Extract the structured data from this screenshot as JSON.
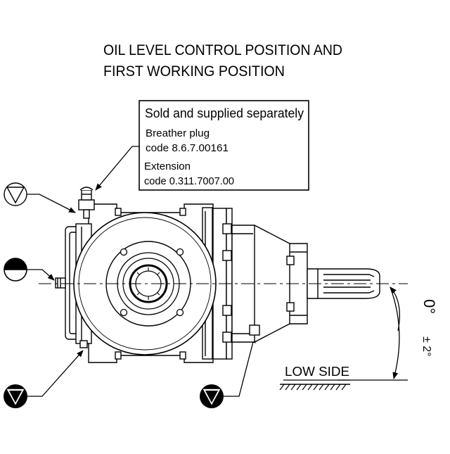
{
  "title": {
    "line1": "OIL LEVEL CONTROL POSITION AND",
    "line2": "FIRST WORKING POSITION"
  },
  "note_box": {
    "heading": "Sold and supplied separately",
    "item1_name": "Breather plug",
    "item1_code": "code 8.6.7.00161",
    "item2_name": "Extension",
    "item2_code": "code 0.311.7007.00"
  },
  "angle": {
    "value": "0°",
    "tolerance": "± 2°"
  },
  "ground_label": "LOW SIDE",
  "symbols": {
    "breather": "open-down-triangle-icon",
    "level": "half-filled-circle-icon",
    "drain_left": "filled-down-triangle-icon",
    "drain_right": "filled-down-triangle-icon"
  }
}
